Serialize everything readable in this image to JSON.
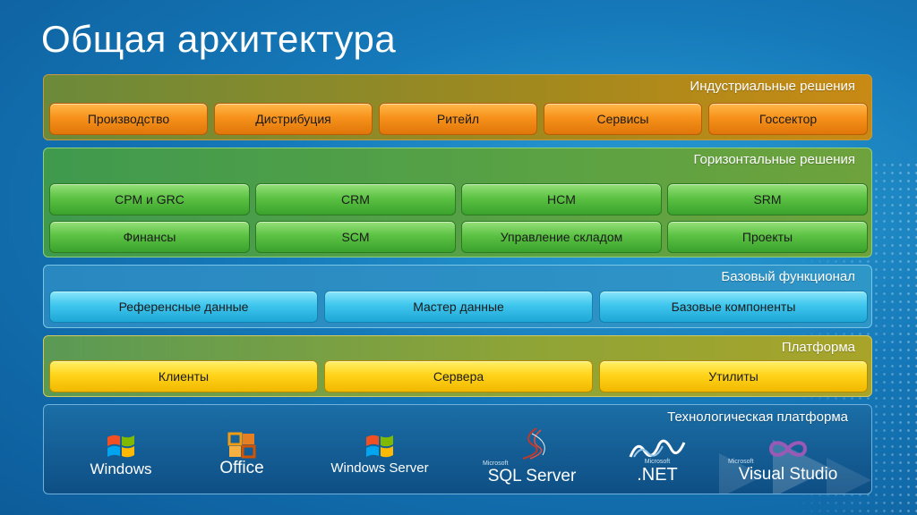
{
  "title": "Общая архитектура",
  "industrial": {
    "title": "Индустриальные решения",
    "items": [
      "Производство",
      "Дистрибуция",
      "Ритейл",
      "Сервисы",
      "Госсектор"
    ]
  },
  "horizontal": {
    "title": "Горизонтальные решения",
    "row1": [
      "CPM и GRC",
      "CRM",
      "HCM",
      "SRM"
    ],
    "row2": [
      "Финансы",
      "SCM",
      "Управление складом",
      "Проекты"
    ]
  },
  "base": {
    "title": "Базовый функционал",
    "items": [
      "Референсные данные",
      "Мастер данные",
      "Базовые компоненты"
    ]
  },
  "platform": {
    "title": "Платформа",
    "items": [
      "Клиенты",
      "Сервера",
      "Утилиты"
    ]
  },
  "tech": {
    "title": "Технологическая платформа",
    "windows": "Windows",
    "office": "Office",
    "windows_server": "Windows Server",
    "sql_small": "Microsoft",
    "sql": "SQL Server",
    "net_small": "Microsoft",
    "net": ".NET",
    "vs_small": "Microsoft",
    "vs": "Visual Studio"
  }
}
